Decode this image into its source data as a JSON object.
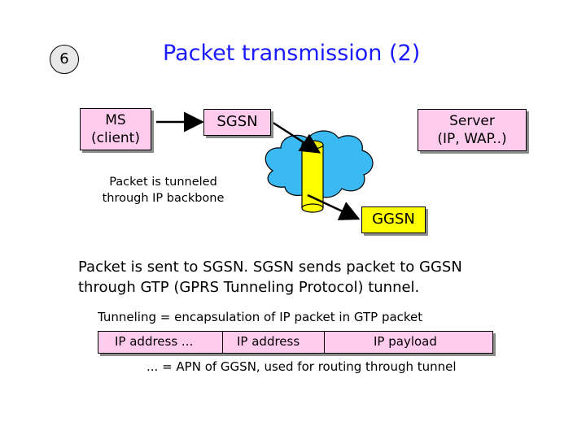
{
  "slide_number": "6",
  "title": "Packet transmission (2)",
  "diagram": {
    "ms_label_line1": "MS",
    "ms_label_line2": "(client)",
    "sgsn_label": "SGSN",
    "server_label_line1": "Server",
    "server_label_line2": "(IP, WAP..)",
    "ggsn_label": "GGSN",
    "tunnel_caption_line1": "Packet is tunneled",
    "tunnel_caption_line2": "through IP backbone"
  },
  "main_text": {
    "line1": "Packet is sent to SGSN. SGSN sends packet to GGSN",
    "line2": "through GTP (GPRS Tunneling Protocol) tunnel."
  },
  "tunneling_definition": "Tunneling = encapsulation of IP packet in GTP packet",
  "packet_fields": [
    "IP address ...",
    "IP address",
    "IP payload"
  ],
  "apn_note": "... = APN of GGSN, used for routing through tunnel",
  "colors": {
    "title": "#1a1aff",
    "box_fill": "#ffccee",
    "ggsn_fill": "#ffff00",
    "cloud_fill": "#3ab9f2",
    "tunnel_fill": "#ffff00"
  }
}
